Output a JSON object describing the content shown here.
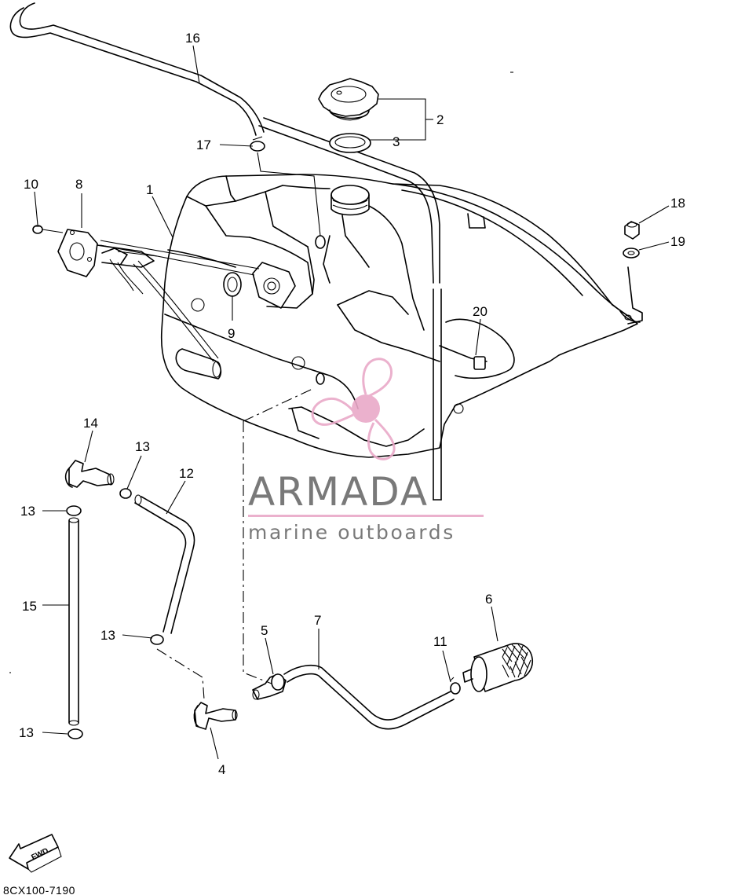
{
  "diagram": {
    "reference_code": "8CX100-7190",
    "direction_label": "FWD",
    "part_labels": [
      "1",
      "2",
      "3",
      "4",
      "5",
      "6",
      "7",
      "8",
      "9",
      "10",
      "11",
      "12",
      "13",
      "13",
      "13",
      "13",
      "14",
      "15",
      "16",
      "17",
      "18",
      "19",
      "20"
    ]
  },
  "watermark": {
    "title": "ARMADA",
    "subtitle": "marine outboards",
    "accent_color": "#e9a9c8",
    "text_color": "#6b6b6b"
  }
}
